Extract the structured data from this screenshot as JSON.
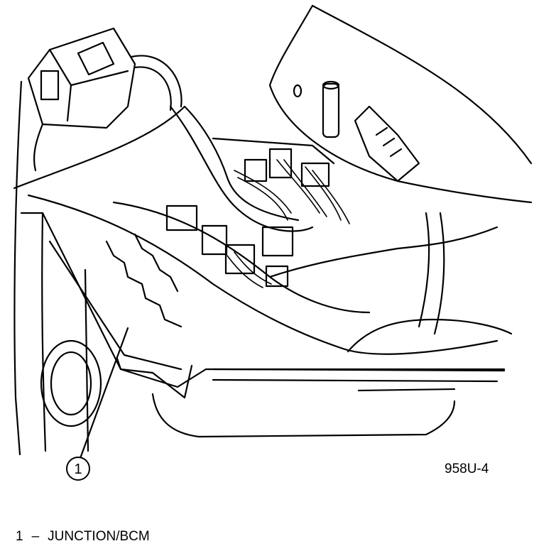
{
  "callouts": [
    {
      "number": "1"
    }
  ],
  "figure_code": "958U-4",
  "legend": {
    "number": "1",
    "separator": "–",
    "label": "JUNCTION/BCM"
  }
}
